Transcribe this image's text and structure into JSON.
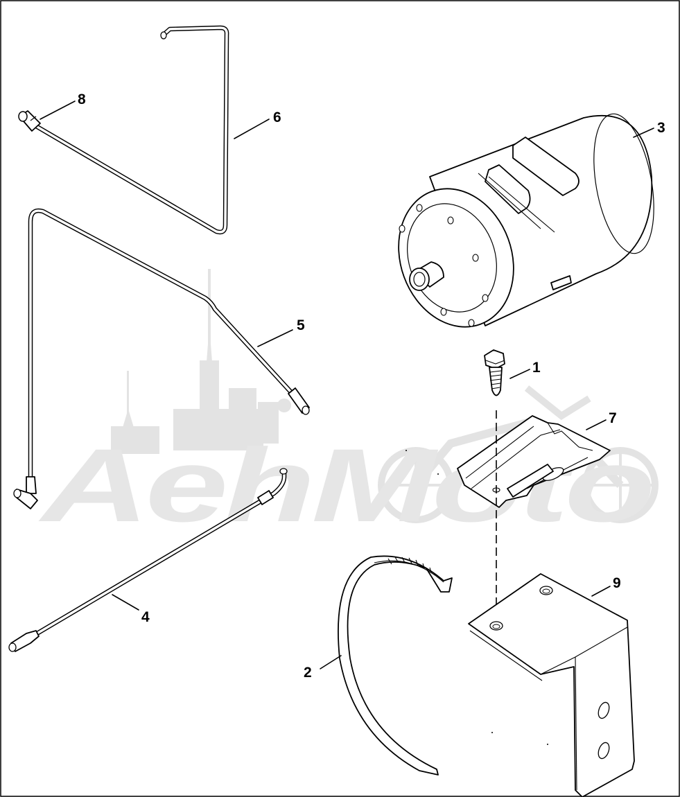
{
  "watermark": {
    "text": "AehMoto"
  },
  "callouts": [
    {
      "id": "1",
      "label": "1"
    },
    {
      "id": "2",
      "label": "2"
    },
    {
      "id": "3",
      "label": "3"
    },
    {
      "id": "4",
      "label": "4"
    },
    {
      "id": "5",
      "label": "5"
    },
    {
      "id": "6",
      "label": "6"
    },
    {
      "id": "7",
      "label": "7"
    },
    {
      "id": "8",
      "label": "8"
    },
    {
      "id": "9",
      "label": "9"
    }
  ],
  "colors": {
    "line": "#000000",
    "background": "#ffffff",
    "watermark": "#e3e3e3"
  }
}
